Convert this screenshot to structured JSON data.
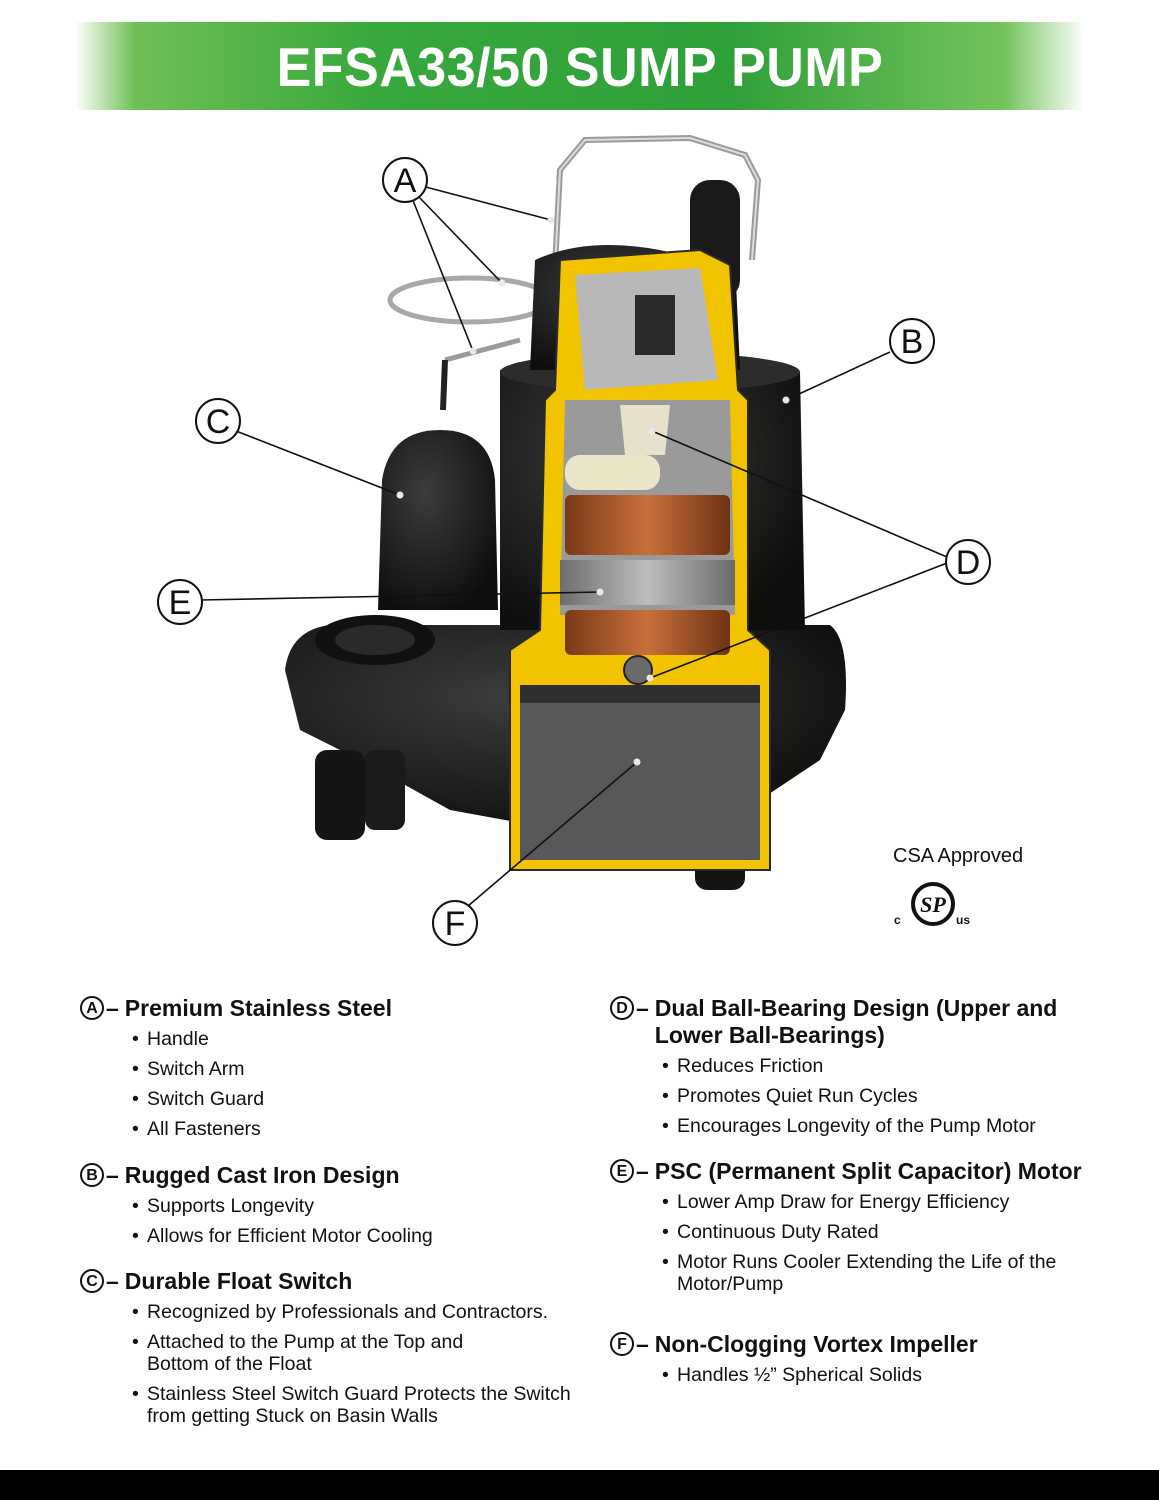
{
  "banner": {
    "title": "EFSA33/50 SUMP PUMP"
  },
  "callouts": [
    "A",
    "B",
    "C",
    "D",
    "E",
    "F"
  ],
  "certification": {
    "label": "CSA Approved",
    "logo_text": "SP",
    "logo_left": "c",
    "logo_right": "us"
  },
  "features": [
    {
      "letter": "A",
      "title": "Premium Stainless Steel",
      "title_line2": "",
      "bullets": [
        "Handle",
        "Switch Arm",
        "Switch Guard",
        "All Fasteners"
      ]
    },
    {
      "letter": "B",
      "title": "Rugged Cast Iron Design",
      "title_line2": "",
      "bullets": [
        "Supports Longevity",
        "Allows for Efficient Motor Cooling"
      ]
    },
    {
      "letter": "C",
      "title": "Durable Float Switch",
      "title_line2": "",
      "bullets": [
        "Recognized by Professionals and Contractors.",
        "Attached to the Pump at the Top and Bottom of the Float",
        "Stainless Steel Switch Guard Protects the Switch from getting Stuck on Basin Walls"
      ]
    },
    {
      "letter": "D",
      "title": "Dual Ball-Bearing Design (Upper and",
      "title_line2": "Lower Ball-Bearings)",
      "bullets": [
        "Reduces Friction",
        "Promotes Quiet Run Cycles",
        "Encourages Longevity of the Pump Motor"
      ]
    },
    {
      "letter": "E",
      "title": "PSC (Permanent Split Capacitor) Motor",
      "title_line2": "",
      "bullets": [
        "Lower Amp Draw for Energy Efficiency",
        "Continuous Duty Rated",
        "Motor Runs Cooler Extending the Life of the Motor/Pump"
      ]
    },
    {
      "letter": "F",
      "title": "Non-Clogging Vortex Impeller",
      "title_line2": "",
      "bullets": [
        "Handles ½” Spherical Solids"
      ]
    }
  ],
  "colors": {
    "banner_green": "#2f9f39",
    "cutaway_yellow": "#f2c400",
    "cast_iron": "#1c1c1c"
  }
}
